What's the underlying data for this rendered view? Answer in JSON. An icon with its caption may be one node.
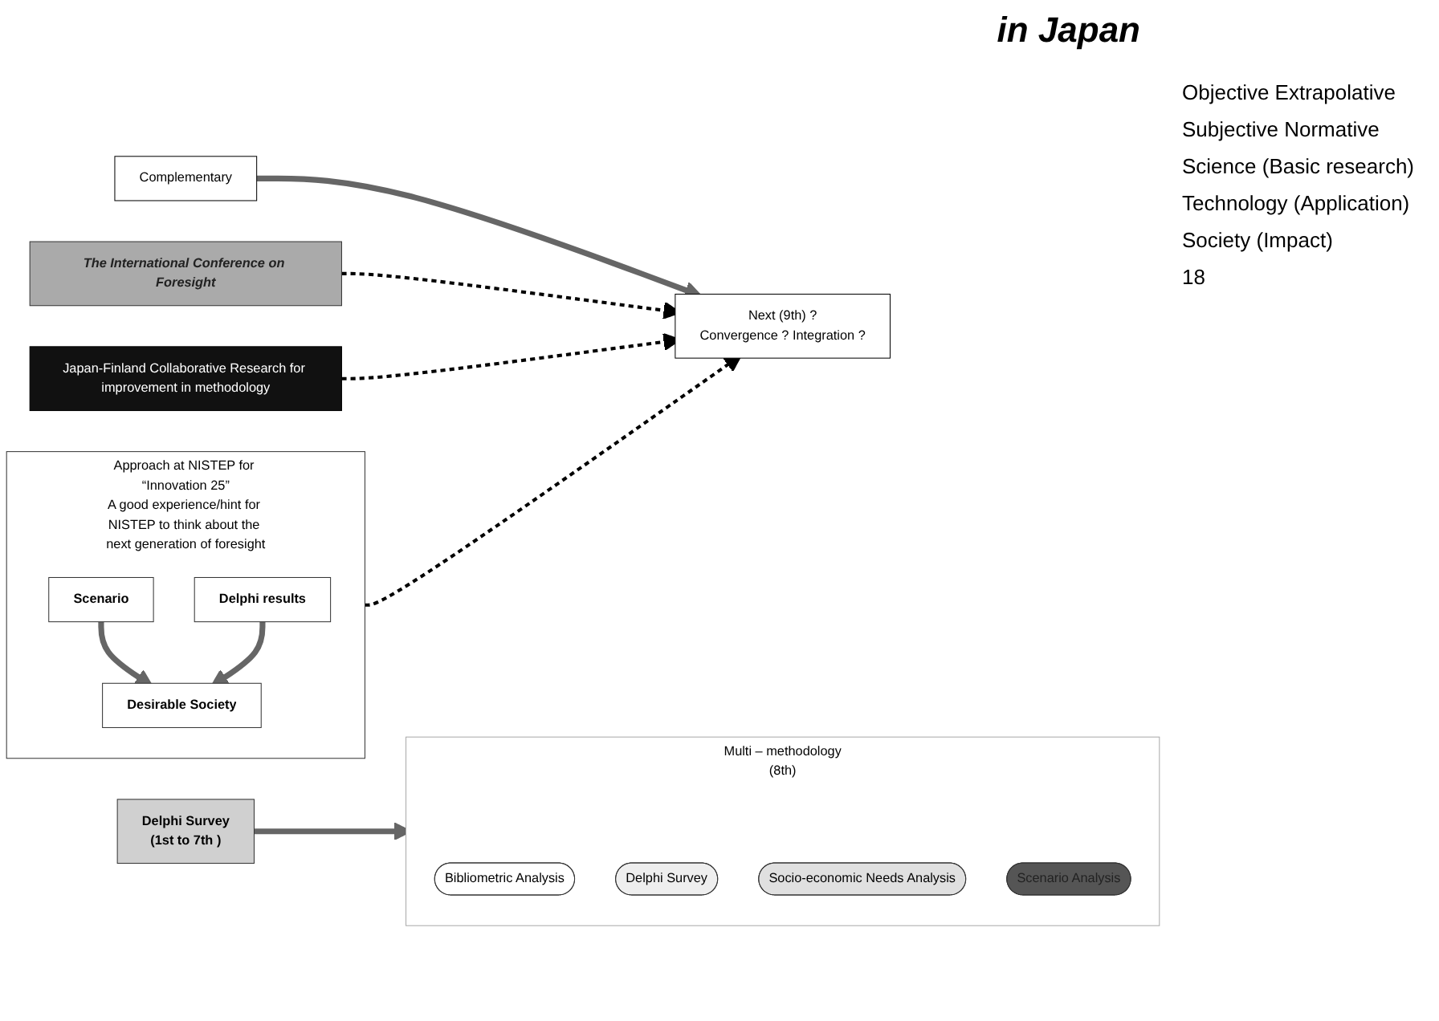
{
  "diagram": {
    "title": "in Japan",
    "nodes": [
      {
        "text": [
          "Delphi Survey",
          "(1st to 7th )"
        ]
      },
      {
        "text": [
          "Multi – methodology",
          "(8th)"
        ]
      },
      {
        "text": [
          "Bibliometric Analysis"
        ],
        "in": 1
      },
      {
        "text": [
          "Delphi Survey"
        ],
        "in": 1
      },
      {
        "text": [
          "Socio-economic Needs Analysis"
        ],
        "in": 1
      },
      {
        "text": [
          "Scenario Analysis"
        ],
        "in": 1
      },
      {
        "text": [
          "Complementary"
        ]
      },
      {
        "text": [
          "Approach at NISTEP for “Innovation 25”",
          "A good experience/hint for NISTEP to think about the next generation of foresight"
        ]
      },
      {
        "text": [
          "Scenario"
        ],
        "in": 7
      },
      {
        "text": [
          "Delphi results"
        ],
        "in": 7
      },
      {
        "text": [
          "Desirable Society"
        ],
        "in": 7
      },
      {
        "text": [
          "The International Conference on Foresight"
        ]
      },
      {
        "text": [
          "Japan-Finland Collaborative Research for improvement in methodology"
        ]
      },
      {
        "text": [
          "Next (9th) ?",
          "Convergence ? Integration ?"
        ]
      }
    ],
    "edges": [
      {
        "from": 0,
        "to": 1,
        "arrow": "to"
      },
      {
        "from": 8,
        "to": 10,
        "arrow": "to"
      },
      {
        "from": 9,
        "to": 10,
        "arrow": "to"
      },
      {
        "from": 6,
        "to": 13,
        "arrow": "to"
      },
      {
        "from": 7,
        "to": 13,
        "arrow": "to",
        "style": "dashed",
        "color": "#000000"
      },
      {
        "from": 11,
        "to": 13,
        "arrow": "to",
        "style": "dashed",
        "color": "#000000"
      },
      {
        "from": 12,
        "to": 13,
        "arrow": "to",
        "style": "dashed",
        "color": "#000000"
      }
    ],
    "labels": [
      "Objective Extrapolative",
      "Subjective Normative",
      "Science (Basic research)",
      "Technology (Application)",
      "Society (Impact)",
      "18"
    ]
  }
}
